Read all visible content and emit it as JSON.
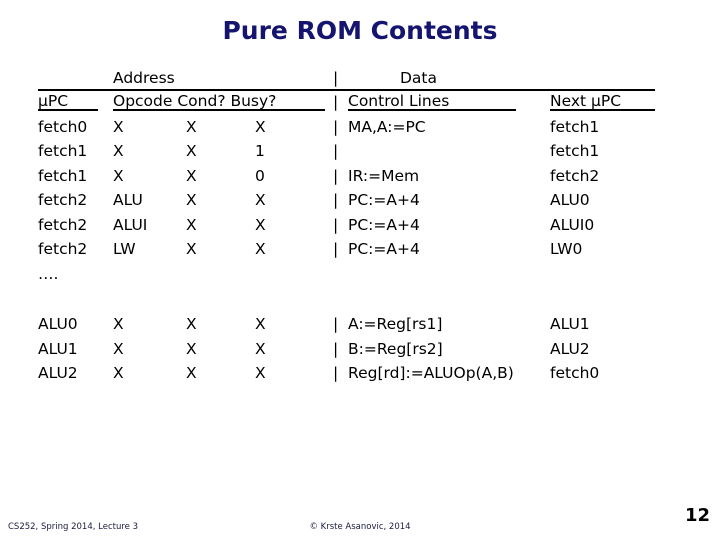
{
  "slide": {
    "title": "Pure ROM Contents",
    "title_color": "#151570"
  },
  "table": {
    "group_headers": {
      "address": "Address",
      "data": "Data",
      "separator": "|"
    },
    "column_headers": {
      "upc": "µPC",
      "address_fields": "Opcode Cond? Busy?",
      "separator": "|",
      "control_lines": "Control Lines",
      "next_upc": "Next µPC"
    },
    "rows_block1": [
      {
        "upc": "fetch0",
        "opcode": "X",
        "cond": "X",
        "busy": "X",
        "bar": "|",
        "control": "MA,A:=PC",
        "next": "fetch1"
      },
      {
        "upc": "fetch1",
        "opcode": "X",
        "cond": "X",
        "busy": "1",
        "bar": "|",
        "control": "",
        "next": "fetch1"
      },
      {
        "upc": "fetch1",
        "opcode": "X",
        "cond": "X",
        "busy": "0",
        "bar": "|",
        "control": "IR:=Mem",
        "next": "fetch2"
      },
      {
        "upc": "fetch2",
        "opcode": "ALU",
        "cond": "X",
        "busy": "X",
        "bar": "|",
        "control": "PC:=A+4",
        "next": "ALU0"
      },
      {
        "upc": "fetch2",
        "opcode": "ALUI",
        "cond": "X",
        "busy": "X",
        "bar": "|",
        "control": "PC:=A+4",
        "next": "ALUI0"
      },
      {
        "upc": "fetch2",
        "opcode": "LW",
        "cond": "X",
        "busy": "X",
        "bar": "|",
        "control": "PC:=A+4",
        "next": "LW0"
      }
    ],
    "ellipsis": "….",
    "rows_block2": [
      {
        "upc": "ALU0",
        "opcode": "X",
        "cond": "X",
        "busy": "X",
        "bar": "|",
        "control": "A:=Reg[rs1]",
        "next": "ALU1"
      },
      {
        "upc": "ALU1",
        "opcode": "X",
        "cond": "X",
        "busy": "X",
        "bar": "|",
        "control": "B:=Reg[rs2]",
        "next": "ALU2"
      },
      {
        "upc": "ALU2",
        "opcode": "X",
        "cond": "X",
        "busy": "X",
        "bar": "|",
        "control": "Reg[rd]:=ALUOp(A,B)",
        "next": "fetch0"
      }
    ]
  },
  "footer": {
    "left": "CS252, Spring 2014, Lecture 3",
    "center": "© Krste Asanovic, 2014",
    "page": "12"
  }
}
